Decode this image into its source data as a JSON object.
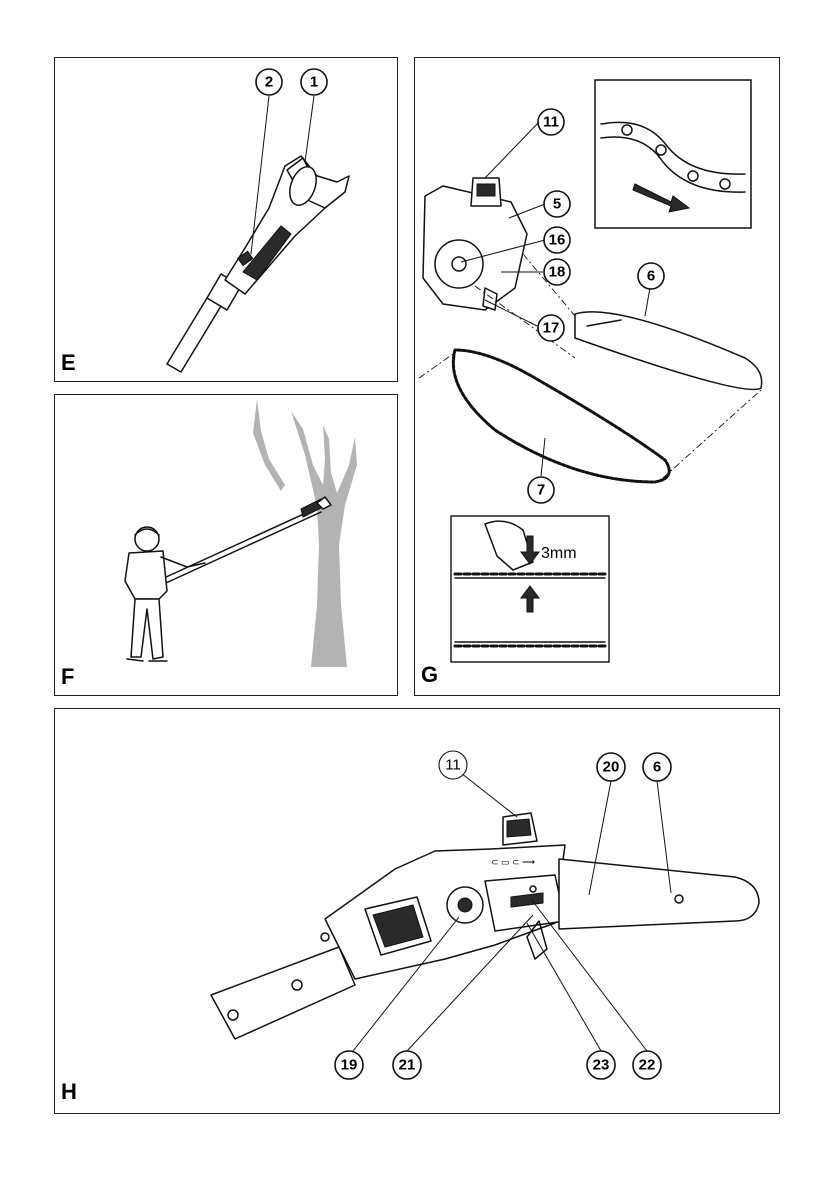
{
  "panels": {
    "E": {
      "letter": "E",
      "callouts": [
        "2",
        "1"
      ]
    },
    "F": {
      "letter": "F"
    },
    "G": {
      "letter": "G",
      "callouts": [
        "11",
        "5",
        "16",
        "18",
        "17",
        "6",
        "7"
      ],
      "measurement": "3mm"
    },
    "H": {
      "letter": "H",
      "callouts_top": [
        "11",
        "20",
        "6"
      ],
      "callouts_bottom": [
        "19",
        "21",
        "23",
        "22"
      ]
    }
  },
  "colors": {
    "ink": "#111111",
    "tree": "#b3b3b3",
    "dark_part": "#2a2a2a"
  }
}
